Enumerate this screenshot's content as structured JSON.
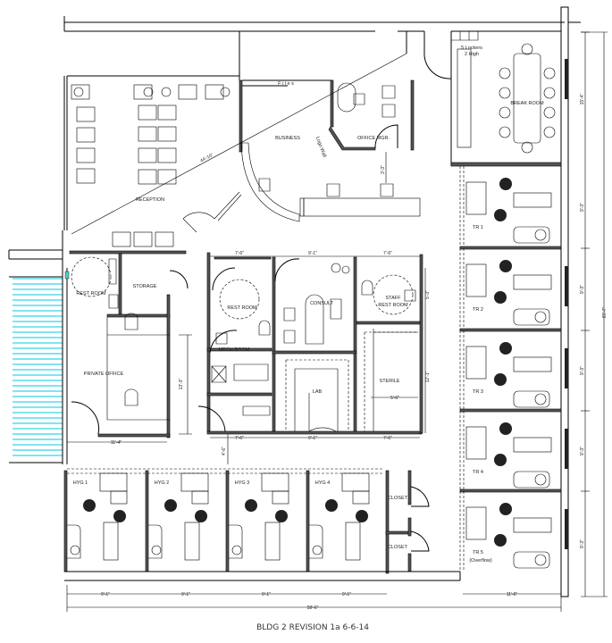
{
  "plan": {
    "title": "BLDG 2 REVISION 1a   6-6-14",
    "rooms": {
      "reception": "RECEPTION",
      "business": "BUSINESS",
      "files": "F  i  l  e  s",
      "logo_wall": "Logo Wall",
      "office_mgr": "OFFICE MGR.",
      "lockers": "5 Lockers",
      "lockers_sub": "2 High",
      "break_room": "BREAK ROOM",
      "rest_room_left": "REST ROOM",
      "storage": "STORAGE",
      "private_office": "PRIVATE OFFICE",
      "rest_room_mid": "REST ROOM",
      "mech_room": "MECH ROOM",
      "consult": "CONSULT",
      "lab": "LAB",
      "staff": "STAFF",
      "staff_rest_room": "REST ROOM",
      "sterile": "STERILE",
      "closet_1": "CLOSET",
      "closet_2": "CLOSET",
      "tr": [
        "TR 1",
        "TR 2",
        "TR 3",
        "TR 4",
        "TR 5"
      ],
      "tr5_note": "(Overflow)",
      "hyg": [
        "HYG 1",
        "HYG 2",
        "HYG 3",
        "HYG 4"
      ]
    },
    "dimensions": {
      "diagonal": "44'-10\"",
      "office_gap": "3'-3\"",
      "mid_top": [
        "7'-6\"",
        "9'-1\"",
        "7'-6\""
      ],
      "mid_bottom": [
        "7'-6\"",
        "9'-1\"",
        "7'-6\""
      ],
      "staff_rr_height": "5'-3\"",
      "sterile_height": "12'-1\"",
      "sterile_width": "5'-6\"",
      "private_office_height": "13'-3\"",
      "private_office_width": "11'-4\"",
      "corridor": "4'-6\"",
      "hyg_widths": [
        "9'-1\"",
        "9'-1\"",
        "9'-1\"",
        "9'-1\""
      ],
      "tr_width": "11'-6\"",
      "overall_width": "58'-6\"",
      "right_segments": [
        "15'-4\"",
        "9'-3\"",
        "9'-3\"",
        "9'-3\"",
        "9'-3\"",
        "9'-3\""
      ],
      "overall_height": "65'-7\""
    }
  }
}
